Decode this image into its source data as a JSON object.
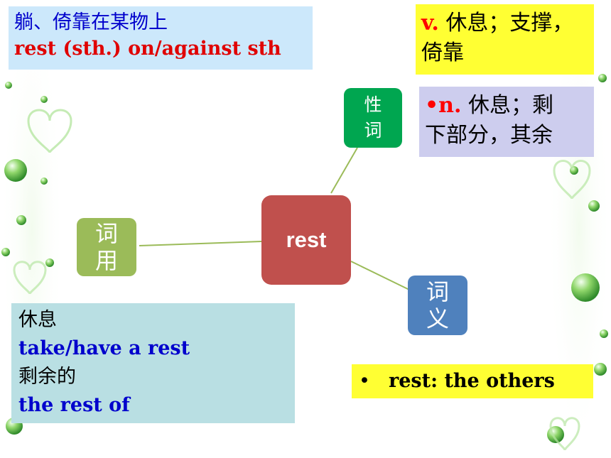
{
  "colors": {
    "top_left_box": "#cce8fb",
    "yellow_box": "#ffff33",
    "lavender_box": "#cdcdee",
    "usage_box": "#b9dfe3",
    "example_box": "#ffff33",
    "center_node": "#c0504d",
    "noun_verb_node": "#00a650",
    "usage_node": "#9bbb59",
    "meaning_node": "#4f81bd",
    "connector": "#9bbb59",
    "red_text": "#ff0000",
    "blue_text": "#0000cc"
  },
  "top_left": {
    "line1": "躺、倚靠在某物上",
    "line2": "rest (sth.) on/against sth"
  },
  "verb_box": {
    "pos": "v.",
    "line1": " 休息；支撑，",
    "line2": "倚靠"
  },
  "noun_box": {
    "pos": "•n.",
    "line1": " 休息；剩",
    "line2": "下部分，其余"
  },
  "nodes": {
    "center": "rest",
    "part_of_speech": [
      "性",
      "词"
    ],
    "usage": [
      "词",
      "用"
    ],
    "meaning": [
      "词",
      "义"
    ]
  },
  "usage_box": {
    "line1": "休息",
    "line2": "take/have a rest",
    "line3": "剩余的",
    "line4": "the rest of"
  },
  "example": {
    "bullet": "•",
    "text": "rest: the others"
  }
}
